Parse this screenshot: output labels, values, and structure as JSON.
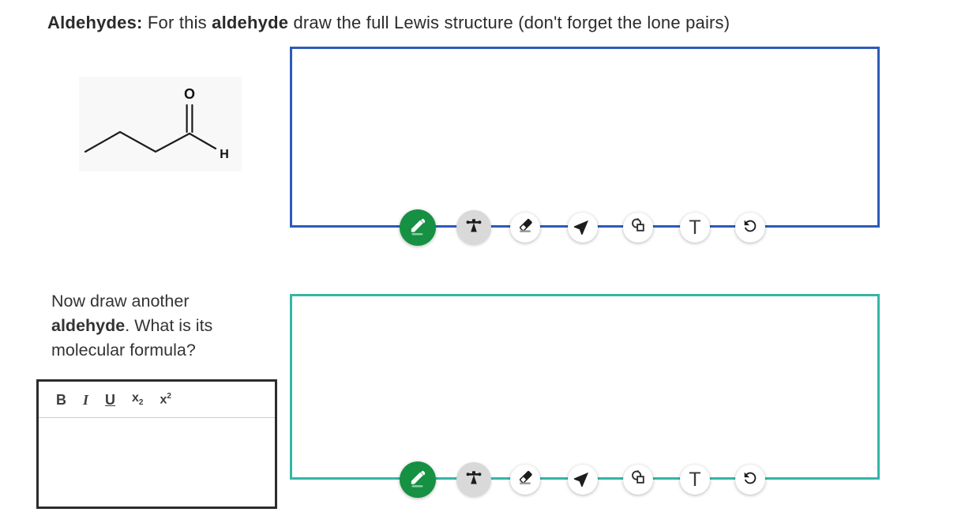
{
  "title": {
    "seg_bold1": "Aldehydes:",
    "seg2": " For this ",
    "seg_bold2": "aldehyde",
    "seg3": " draw the full Lewis structure (don't forget the lone pairs)"
  },
  "molecule": {
    "name": "butanal-skeletal-structure",
    "oxygen_label": "O",
    "hydrogen_label": "H"
  },
  "question2": {
    "seg1": "Now draw another ",
    "seg_bold": "aldehyde",
    "seg2": ". What is its molecular formula?"
  },
  "editor": {
    "bold_label": "B",
    "italic_label": "I",
    "underline_label": "U",
    "sub_base": "x",
    "sub_char": "2",
    "sup_base": "x",
    "sup_char": "2",
    "value": "",
    "placeholder": ""
  },
  "toolbar": {
    "tools": [
      "pencil",
      "move",
      "eraser",
      "pointer",
      "shapes",
      "text",
      "undo"
    ],
    "active_tool": "pencil",
    "text_tool_label": "T"
  },
  "colors": {
    "canvas1_border": "#2d5bb9",
    "canvas2_border": "#34b6a7",
    "active_tool_green": "#169042",
    "tool_icon_dark": "#1d1d1d"
  }
}
